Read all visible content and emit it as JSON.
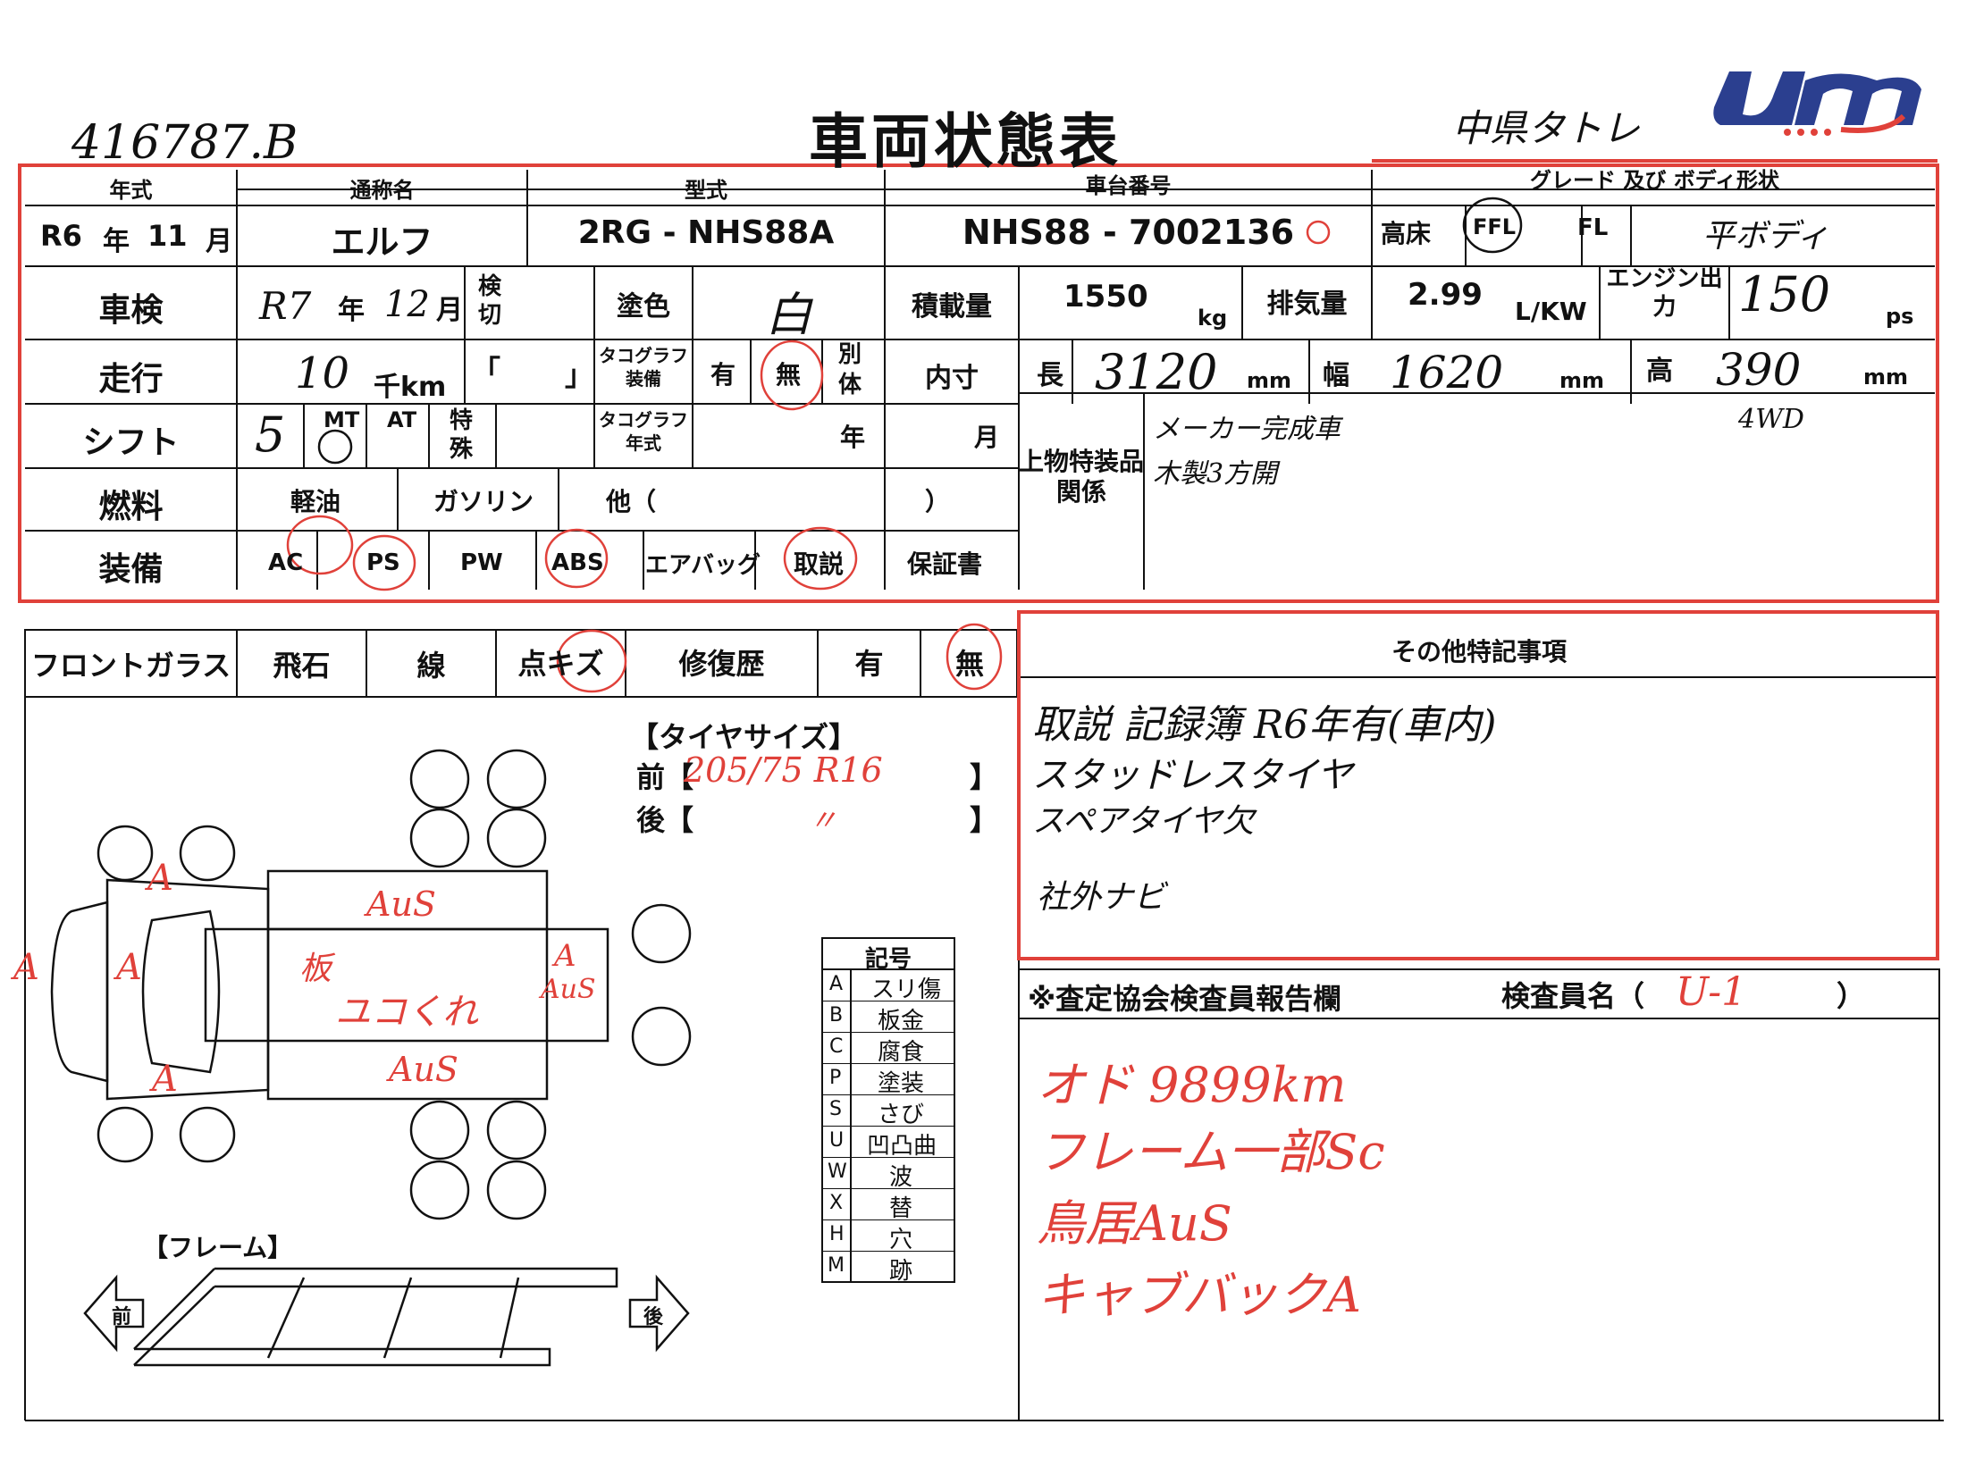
{
  "header": {
    "handwritten_id": "416787.B",
    "title": "車両状態表",
    "handwritten_location": "中県タトレ",
    "logo_text": "UM"
  },
  "vehicle": {
    "year_label": "年式",
    "year_value": "R6",
    "year_unit": "年",
    "month_value": "11",
    "month_unit": "月",
    "name_label": "通称名",
    "name_value": "エルフ",
    "model_label": "型式",
    "model_value": "2RG - NHS88A",
    "chassis_label": "車台番号",
    "chassis_value": "NHS88 - 7002136",
    "grade_label": "グレード 及び ボディ形状",
    "high_floor": "高床",
    "ffl": "FFL",
    "fl": "FL",
    "body_type": "平ボディ",
    "inspection_label": "車検",
    "inspection_year": "R7",
    "inspection_year_unit": "年",
    "inspection_month": "12",
    "inspection_month_unit": "月",
    "inspection_expired": "検切",
    "color_label": "塗色",
    "color_value": "白",
    "capacity_label": "積載量",
    "capacity_value": "1550",
    "capacity_unit": "kg",
    "displacement_label": "排気量",
    "displacement_value": "2.99",
    "displacement_unit": "L/KW",
    "engine_label": "エンジン出力",
    "engine_value": "150",
    "engine_unit": "ps",
    "mileage_label": "走行",
    "mileage_value": "10",
    "mileage_unit": "千km",
    "bracket_open": "「",
    "bracket_close": "」",
    "tacho_equipped_label": "タコグラフ装備",
    "yes": "有",
    "no": "無",
    "separate": "別体",
    "inner_label": "内寸",
    "length_label": "長",
    "length_value": "3120",
    "width_label": "幅",
    "width_value": "1620",
    "height_label": "高",
    "height_value": "390",
    "mm": "mm",
    "shift_label": "シフト",
    "shift_value": "5",
    "mt": "MT",
    "at": "AT",
    "special": "特殊",
    "tacho_year_label": "タコグラフ年式",
    "year_unit2": "年",
    "month_unit2": "月",
    "upper_label": "上物特装品関係",
    "upper_note1": "メーカー完成車",
    "upper_note2": "木製3方開",
    "upper_note3": "4WD",
    "fuel_label": "燃料",
    "fuel_diesel": "軽油",
    "fuel_gas": "ガソリン",
    "fuel_other": "他（",
    "fuel_close": "）",
    "equip_label": "装備",
    "equip_ac": "AC",
    "equip_ps": "PS",
    "equip_pw": "PW",
    "equip_abs": "ABS",
    "equip_airbag": "エアバッグ",
    "equip_manual": "取説",
    "equip_warranty": "保証書"
  },
  "glass": {
    "label": "フロントガラス",
    "chip": "飛石",
    "line": "線",
    "dot": "点キズ",
    "repair_label": "修復歴",
    "yes": "有",
    "no": "無"
  },
  "tires": {
    "title": "【タイヤサイズ】",
    "front_label": "前【",
    "front_value": "205/75 R16",
    "rear_label": "後【",
    "rear_value": "〃",
    "close": "】"
  },
  "diagram": {
    "marks": [
      "A",
      "A",
      "A",
      "A",
      "A",
      "AuS",
      "AuS",
      "AuS",
      "板",
      "ユコくれ"
    ],
    "frame_title": "【フレーム】",
    "front": "前",
    "rear": "後"
  },
  "legend": {
    "title": "記号",
    "rows": [
      {
        "code": "A",
        "desc": "スリ傷"
      },
      {
        "code": "B",
        "desc": "板金"
      },
      {
        "code": "C",
        "desc": "腐食"
      },
      {
        "code": "P",
        "desc": "塗装"
      },
      {
        "code": "S",
        "desc": "さび"
      },
      {
        "code": "U",
        "desc": "凹凸曲"
      },
      {
        "code": "W",
        "desc": "波"
      },
      {
        "code": "X",
        "desc": "替"
      },
      {
        "code": "H",
        "desc": "穴"
      },
      {
        "code": "M",
        "desc": "跡"
      }
    ]
  },
  "notes": {
    "title": "その他特記事項",
    "lines": [
      "取説 記録簿 R6年有(車内)",
      "スタッドレスタイヤ",
      "スペアタイヤ欠",
      "",
      "社外ナビ"
    ]
  },
  "inspector": {
    "title": "※査定協会検査員報告欄",
    "name_label": "検査員名（",
    "name_value": "U-1",
    "close": "）",
    "lines": [
      "オド 9899km",
      "フレーム一部Sc",
      "鳥居AuS",
      "キャブバックA"
    ]
  },
  "colors": {
    "red_box": "#e0413a",
    "ink": "#111111",
    "red_ink": "#e0413a"
  }
}
